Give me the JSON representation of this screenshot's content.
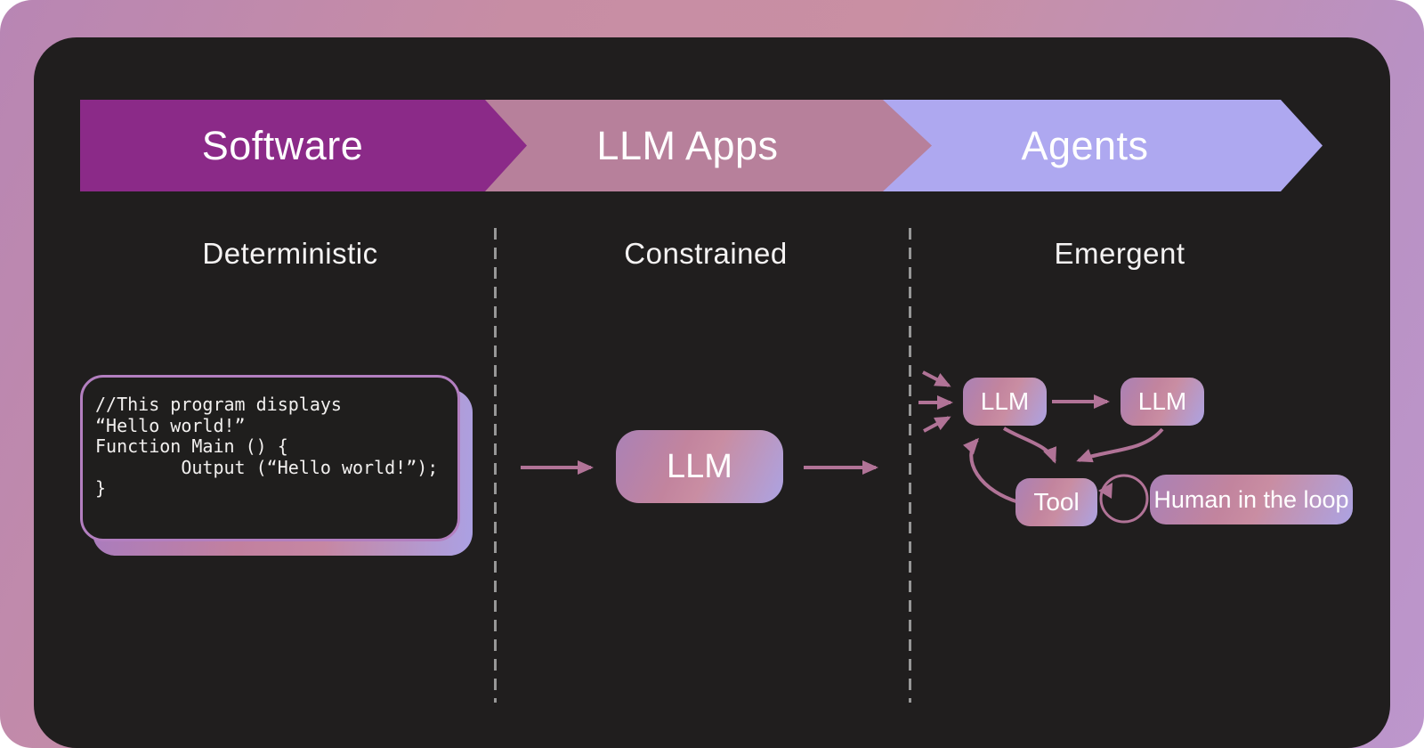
{
  "banner": {
    "segments": [
      {
        "label": "Software",
        "color": "#8b2a88"
      },
      {
        "label": "LLM Apps",
        "color": "#b7809b"
      },
      {
        "label": "Agents",
        "color": "#aea8f0"
      }
    ]
  },
  "columns": [
    {
      "heading": "Deterministic"
    },
    {
      "heading": "Constrained"
    },
    {
      "heading": "Emergent"
    }
  ],
  "code_block": {
    "text": "//This program displays\n“Hello world!”\nFunction Main () {\n        Output (“Hello world!”);\n}"
  },
  "constrained": {
    "llm_label": "LLM"
  },
  "emergent": {
    "llm1_label": "LLM",
    "llm2_label": "LLM",
    "tool_label": "Tool",
    "hitl_label": "Human in the loop"
  },
  "colors": {
    "background_pink": "#c98fa3",
    "background_purple": "#b886b4",
    "background_lavender": "#bd96cc",
    "panel": "#201e1e",
    "software_arrow": "#8b2a88",
    "llm_apps_arrow": "#b7809b",
    "agents_arrow": "#aea8f0",
    "flow_arrow": "#b17397",
    "box_gradient_start": "#aa81b6",
    "box_gradient_mid": "#c98da2",
    "box_gradient_end": "#aca3e3",
    "code_border": "#b37fc0",
    "separator": "#979797",
    "text": "#ffffff"
  }
}
